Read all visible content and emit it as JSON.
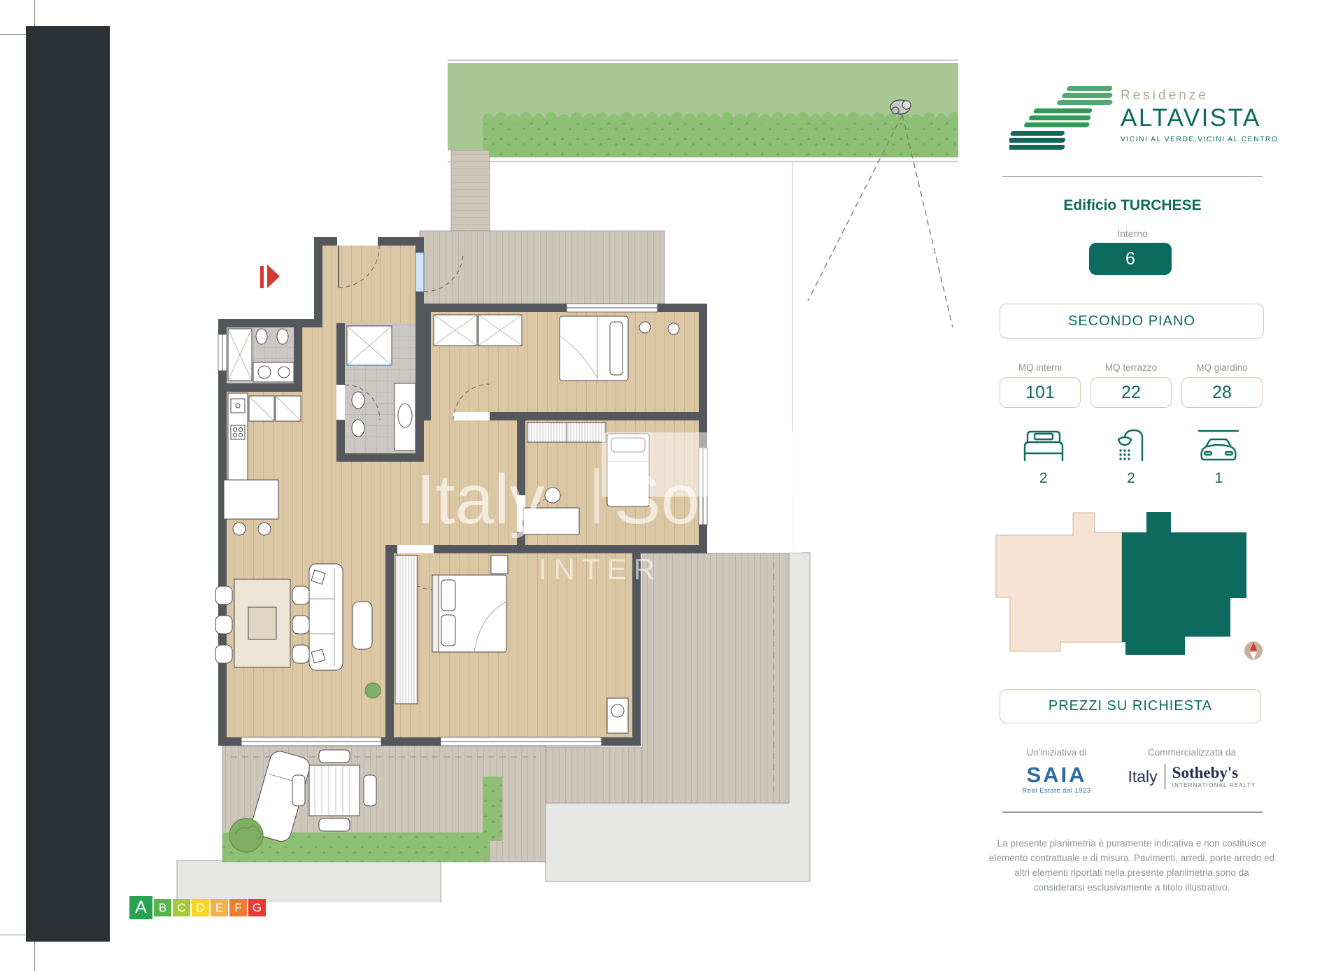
{
  "branding": {
    "residenze": "Residenze",
    "name": "ALTAVISTA",
    "tagline": "VICINI AL VERDE,VICINI AL CENTRO"
  },
  "unit": {
    "building_label": "Edificio TURCHESE",
    "interno_label": "Interno",
    "interno_number": "6",
    "floor_label": "SECONDO PIANO"
  },
  "stats": {
    "items": [
      {
        "label": "MQ interni",
        "value": "101"
      },
      {
        "label": "MQ terrazzo",
        "value": "22"
      },
      {
        "label": "MQ giardino",
        "value": "28"
      }
    ]
  },
  "features": {
    "items": [
      {
        "icon": "bed-icon",
        "count": "2"
      },
      {
        "icon": "shower-icon",
        "count": "2"
      },
      {
        "icon": "car-icon",
        "count": "1"
      }
    ]
  },
  "pricing": {
    "label": "PREZZI SU RICHIESTA"
  },
  "partners": {
    "initiative_label": "Un'iniziativa di",
    "initiative_name": "SAIA",
    "initiative_sub": "Real Estate dal 1923",
    "marketing_label": "Commercializzata da",
    "marketing_name_1": "Italy",
    "marketing_name_2": "Sotheby's",
    "marketing_sub": "INTERNATIONAL REALTY"
  },
  "disclaimer": {
    "line1": "La presente planimetria è puramente indicativa e non costituisce",
    "line2": "elemento contrattuale e di misura. Pavimenti, arredi, porte arredo ed",
    "line3": "altri elementi riportati nella presente planimetria sono da",
    "line4": "considerarsi esclusivamente a titolo illustrativo."
  },
  "watermark": {
    "part1": "Italy",
    "separator": "|",
    "part2": "So",
    "line2": "INTER"
  },
  "energy": {
    "classes": [
      "A",
      "B",
      "C",
      "D",
      "E",
      "F",
      "G"
    ],
    "colors": [
      "#27a353",
      "#58b349",
      "#a6c93c",
      "#f6d42a",
      "#f2b04c",
      "#ee7d2f",
      "#e63a35"
    ]
  },
  "colors": {
    "accent_teal": "#0e695e",
    "border_beige": "#d9c8ad",
    "text_gray": "#8f9494",
    "saia_blue": "#2e6b9e",
    "sothebys_navy": "#222c4e",
    "footprint_pink": "#f6e3d4",
    "footprint_teal": "#0e6a5f",
    "sidebar_dark": "#2b3134",
    "grass_green": "#a8c795",
    "hedge_green": "#8dbf75"
  }
}
